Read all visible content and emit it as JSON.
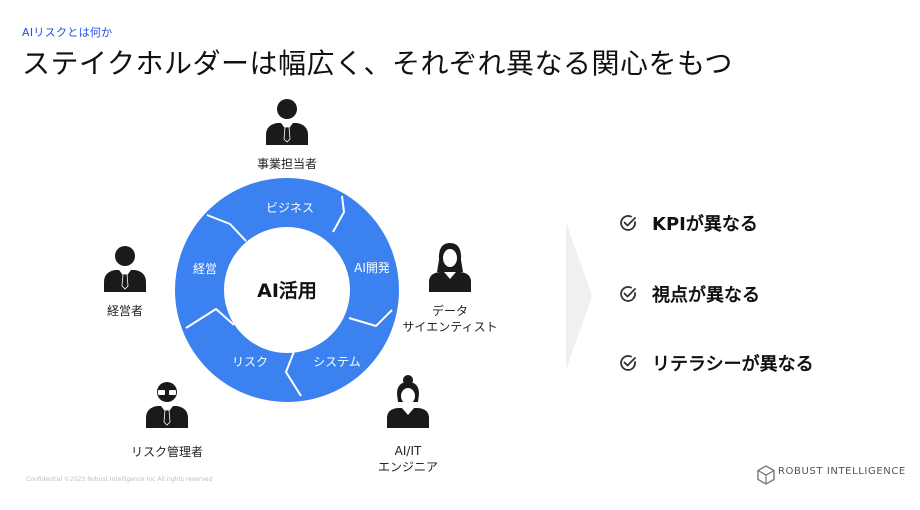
{
  "header": {
    "kicker": "AIリスクとは何か",
    "title": "ステイクホルダーは幅広く、それぞれ異なる関心をもつ"
  },
  "ring": {
    "center_label": "AI活用",
    "segments": [
      "ビジネス",
      "AI開発",
      "システム",
      "リスク",
      "経営"
    ],
    "color": "#3b82f0"
  },
  "stakeholders": [
    {
      "id": "business",
      "label_lines": [
        "事業担当者"
      ]
    },
    {
      "id": "executive",
      "label_lines": [
        "経営者"
      ]
    },
    {
      "id": "data-scientist",
      "label_lines": [
        "データ",
        "サイエンティスト"
      ]
    },
    {
      "id": "risk-manager",
      "label_lines": [
        "リスク管理者"
      ]
    },
    {
      "id": "ai-engineer",
      "label_lines": [
        "AI/IT",
        "エンジニア"
      ]
    }
  ],
  "benefits": [
    "KPIが異なる",
    "視点が異なる",
    "リテラシーが異なる"
  ],
  "footer": {
    "confidential": "Confidential ©2023 Robust Intelligence Inc All rights reserved",
    "brand": "ROBUST INTELLIGENCE"
  }
}
